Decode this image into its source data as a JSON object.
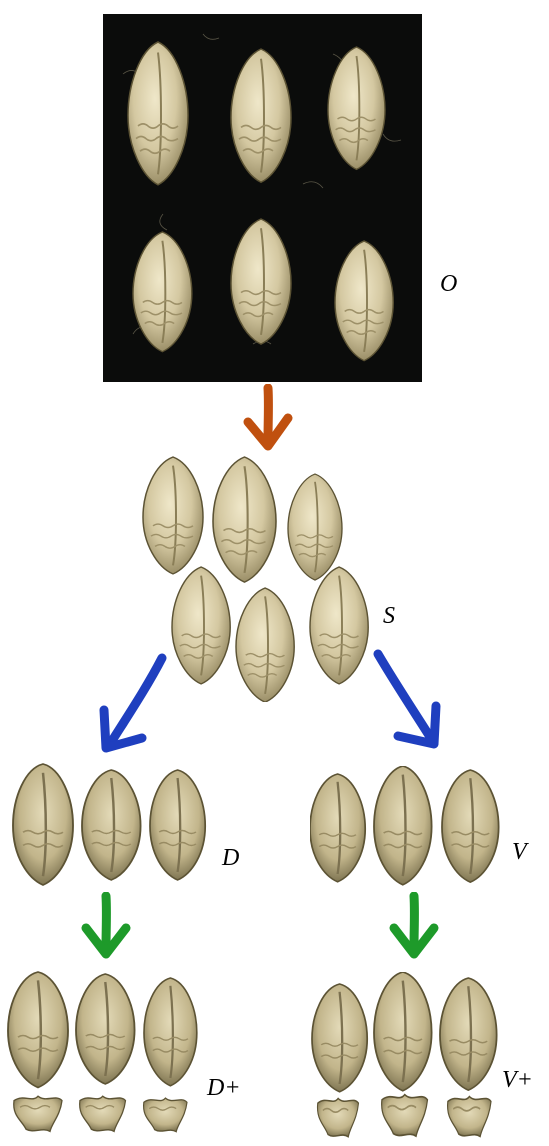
{
  "stages": {
    "original": {
      "label": "O"
    },
    "sampled": {
      "label": "S"
    },
    "dorsal": {
      "label": "D"
    },
    "ventral": {
      "label": "V"
    },
    "dorsal_plus": {
      "label": "D+"
    },
    "ventral_plus": {
      "label": "V+"
    }
  },
  "colors": {
    "background_panel": "#0b0c0b",
    "grain_light": "#e6dcbc",
    "grain_mid": "#c9bd95",
    "grain_shadow": "#8f835c",
    "arrow_orange": "#c0500f",
    "arrow_blue": "#1f3fbf",
    "arrow_green": "#1e9a2a"
  },
  "icons": {
    "arrow_to_s": "down-arrow-icon",
    "arrow_to_d": "down-left-arrow-icon",
    "arrow_to_v": "down-right-arrow-icon",
    "arrow_to_d_plus": "down-arrow-icon",
    "arrow_to_v_plus": "down-arrow-icon"
  }
}
